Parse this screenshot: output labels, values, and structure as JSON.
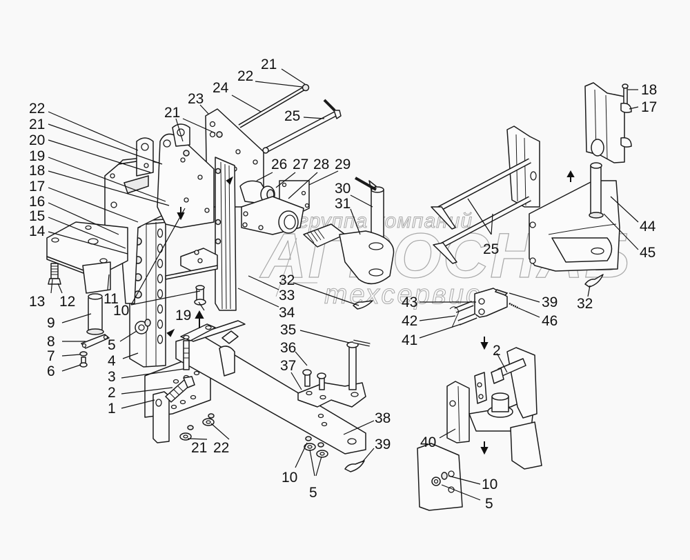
{
  "diagram": {
    "type": "exploded-parts-illustration",
    "subject": "tractor rear hitch / towing device assembly",
    "watermark": {
      "line1": "группа компаний",
      "line2": "АГРОСНАБ",
      "line3": "техсервис",
      "color": "#a8a8a8"
    },
    "callouts": [
      {
        "id": "c22a",
        "label": "22"
      },
      {
        "id": "c21a",
        "label": "21"
      },
      {
        "id": "c20",
        "label": "20"
      },
      {
        "id": "c19a",
        "label": "19"
      },
      {
        "id": "c18a",
        "label": "18"
      },
      {
        "id": "c17a",
        "label": "17"
      },
      {
        "id": "c16",
        "label": "16"
      },
      {
        "id": "c15",
        "label": "15"
      },
      {
        "id": "c14",
        "label": "14"
      },
      {
        "id": "c13",
        "label": "13"
      },
      {
        "id": "c12",
        "label": "12"
      },
      {
        "id": "c11",
        "label": "11"
      },
      {
        "id": "c10a",
        "label": "10"
      },
      {
        "id": "c9",
        "label": "9"
      },
      {
        "id": "c8",
        "label": "8"
      },
      {
        "id": "c7",
        "label": "7"
      },
      {
        "id": "c6",
        "label": "6"
      },
      {
        "id": "c5a",
        "label": "5"
      },
      {
        "id": "c4",
        "label": "4"
      },
      {
        "id": "c3",
        "label": "3"
      },
      {
        "id": "c2a",
        "label": "2"
      },
      {
        "id": "c1",
        "label": "1"
      },
      {
        "id": "c19b",
        "label": "19"
      },
      {
        "id": "c21b",
        "label": "21"
      },
      {
        "id": "c22b",
        "label": "22"
      },
      {
        "id": "c21c",
        "label": "21"
      },
      {
        "id": "c23",
        "label": "23"
      },
      {
        "id": "c21d",
        "label": "21"
      },
      {
        "id": "c22c",
        "label": "22"
      },
      {
        "id": "c24",
        "label": "24"
      },
      {
        "id": "c25a",
        "label": "25"
      },
      {
        "id": "c26",
        "label": "26"
      },
      {
        "id": "c27",
        "label": "27"
      },
      {
        "id": "c28",
        "label": "28"
      },
      {
        "id": "c29",
        "label": "29"
      },
      {
        "id": "c30",
        "label": "30"
      },
      {
        "id": "c31",
        "label": "31"
      },
      {
        "id": "c32a",
        "label": "32"
      },
      {
        "id": "c33",
        "label": "33"
      },
      {
        "id": "c34",
        "label": "34"
      },
      {
        "id": "c35",
        "label": "35"
      },
      {
        "id": "c36",
        "label": "36"
      },
      {
        "id": "c37",
        "label": "37"
      },
      {
        "id": "c38",
        "label": "38"
      },
      {
        "id": "c39a",
        "label": "39"
      },
      {
        "id": "c10b",
        "label": "10"
      },
      {
        "id": "c5b",
        "label": "5"
      },
      {
        "id": "c25b",
        "label": "25"
      },
      {
        "id": "c43",
        "label": "43"
      },
      {
        "id": "c42",
        "label": "42"
      },
      {
        "id": "c41",
        "label": "41"
      },
      {
        "id": "c39b",
        "label": "39"
      },
      {
        "id": "c46",
        "label": "46"
      },
      {
        "id": "c18b",
        "label": "18"
      },
      {
        "id": "c17b",
        "label": "17"
      },
      {
        "id": "c44",
        "label": "44"
      },
      {
        "id": "c45",
        "label": "45"
      },
      {
        "id": "c32b",
        "label": "32"
      },
      {
        "id": "c2b",
        "label": "2"
      },
      {
        "id": "c40",
        "label": "40"
      },
      {
        "id": "c10c",
        "label": "10"
      },
      {
        "id": "c5c",
        "label": "5"
      }
    ]
  }
}
